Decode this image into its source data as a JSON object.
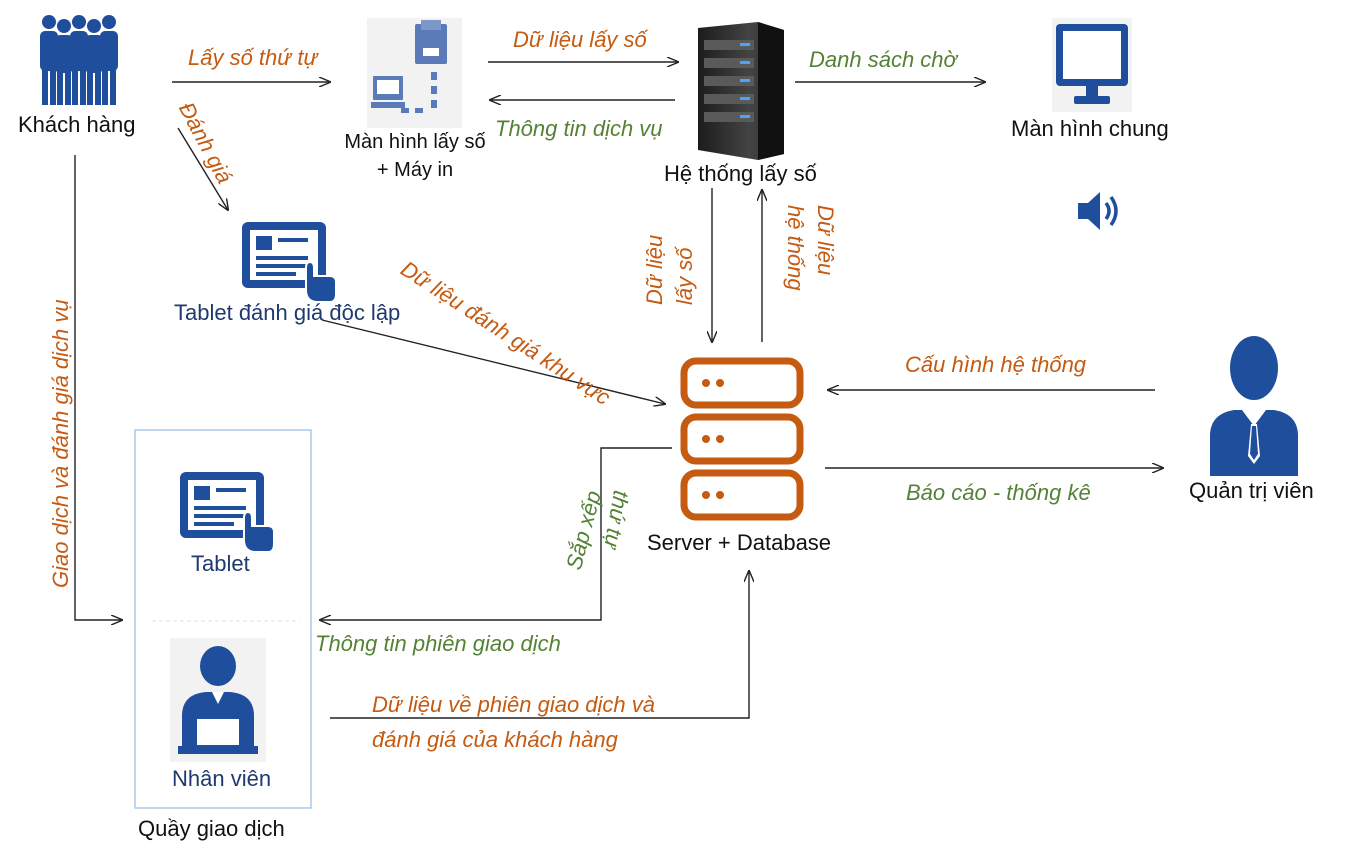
{
  "colors": {
    "icon_blue": "#1f4e9c",
    "server_orange": "#c55a11",
    "label_orange": "#c55a11",
    "label_green": "#548235",
    "arrow": "#222222",
    "frame": "#9dc3e6"
  },
  "nodes": {
    "customers": {
      "label": "Khách hàng",
      "icon": "people-group-icon"
    },
    "kiosk": {
      "label_line1": "Màn hình lấy số",
      "label_line2": "+ Máy in",
      "icon": "kiosk-printer-icon"
    },
    "ticket_system": {
      "label": "Hệ thống lấy số",
      "icon": "rack-server-icon"
    },
    "public_screen": {
      "label": "Màn hình chung",
      "icon": "monitor-icon"
    },
    "speaker": {
      "icon": "speaker-icon"
    },
    "tablet_independent": {
      "label": "Tablet đánh giá độc lập",
      "icon": "tablet-touch-icon"
    },
    "server_db": {
      "label": "Server + Database",
      "icon": "database-server-icon"
    },
    "admin": {
      "label": "Quản trị viên",
      "icon": "admin-user-icon"
    },
    "counter": {
      "label": "Quầy giao dịch",
      "tablet_label": "Tablet",
      "tablet_icon": "tablet-touch-icon",
      "staff_label": "Nhân viên",
      "staff_icon": "staff-desk-icon"
    }
  },
  "edges": {
    "get_number": "Lấy số thứ tự",
    "ticket_data": "Dữ liệu lấy số",
    "service_info": "Thông tin dịch vụ",
    "waiting_list": "Danh sách chờ",
    "rating": "Đánh giá",
    "transaction_rating": "Giao dịch và đánh giá dịch vụ",
    "area_rating_data": "Dữ liệu đánh giá khu vực",
    "ticket_data_down_1": "Dữ liệu",
    "ticket_data_down_2": "lấy số",
    "system_data_up_1": "Dữ liệu",
    "system_data_up_2": "hệ thống",
    "system_config": "Cấu hình hệ thống",
    "report_stats": "Báo cáo - thống kê",
    "queue_order_1": "Sắp xếp",
    "queue_order_2": "thứ tự",
    "session_info": "Thông tin phiên giao dịch",
    "session_data_1": "Dữ liệu về phiên giao dịch và",
    "session_data_2": "đánh giá của khách hàng"
  }
}
